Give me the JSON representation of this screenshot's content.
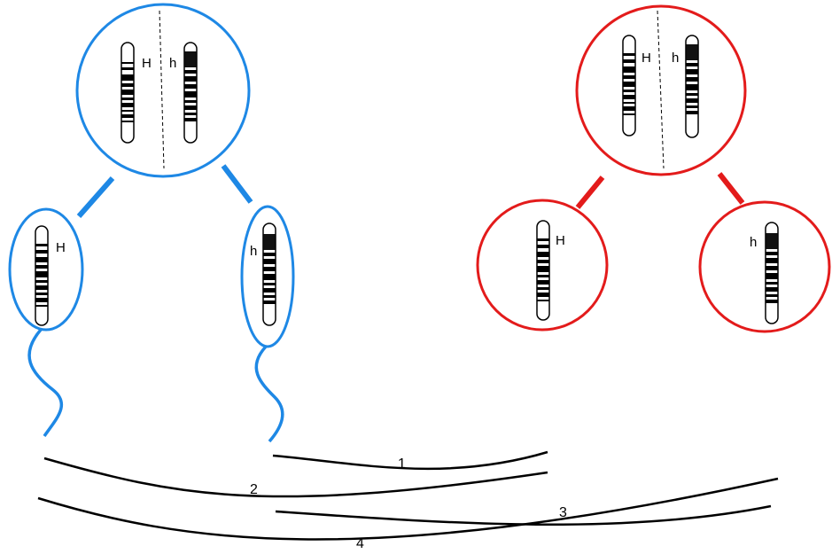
{
  "colors": {
    "male": "#1e88e5",
    "female": "#e31b1b",
    "ink": "#000000",
    "background": "#ffffff"
  },
  "male_parent": {
    "name": "male-parent-cell",
    "alleles": [
      "H",
      "h"
    ]
  },
  "male_gametes": [
    {
      "name": "sperm-H",
      "allele": "H",
      "icon": "sperm-icon"
    },
    {
      "name": "sperm-h",
      "allele": "h",
      "icon": "sperm-icon"
    }
  ],
  "female_parent": {
    "name": "female-parent-cell",
    "alleles": [
      "H",
      "h"
    ]
  },
  "female_gametes": [
    {
      "name": "egg-H",
      "allele": "H",
      "icon": "egg-icon"
    },
    {
      "name": "egg-h",
      "allele": "h",
      "icon": "egg-icon"
    }
  ],
  "fertilization_paths": [
    {
      "label": "1",
      "from": "sperm-h",
      "to": "egg-H"
    },
    {
      "label": "2",
      "from": "sperm-H",
      "to": "egg-H"
    },
    {
      "label": "3",
      "from": "sperm-h",
      "to": "egg-h"
    },
    {
      "label": "4",
      "from": "sperm-H",
      "to": "egg-h"
    }
  ]
}
